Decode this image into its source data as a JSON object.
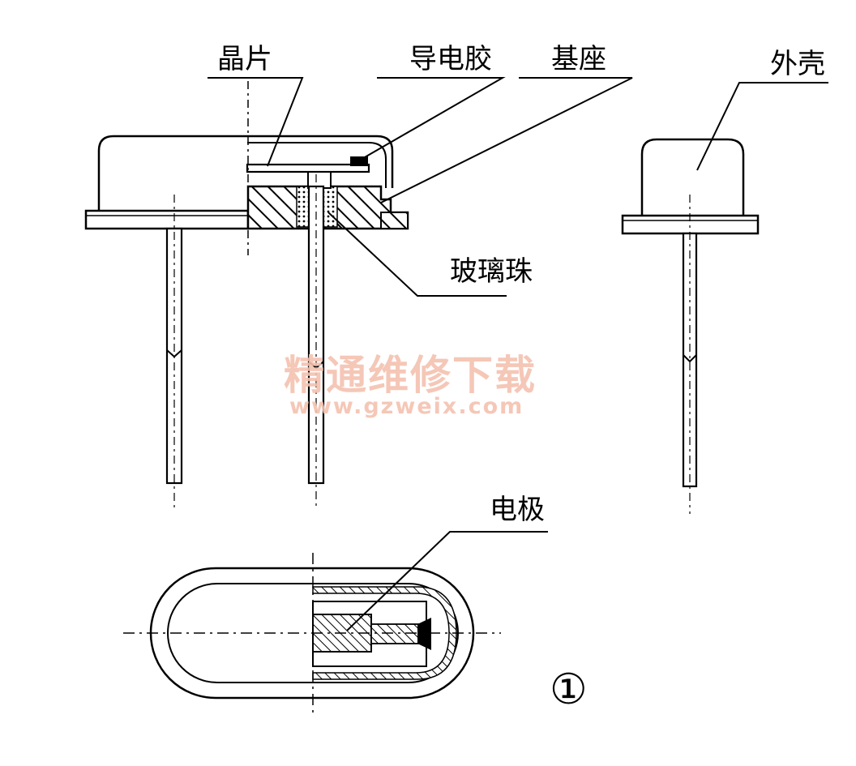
{
  "labels": {
    "crystal_chip": "晶片",
    "conductive_glue": "导电胶",
    "base": "基座",
    "shell": "外壳",
    "glass_bead": "玻璃珠",
    "electrode": "电极"
  },
  "figure_number": "①",
  "watermark": {
    "text": "精通维修下载",
    "url": "www.gzweix.com"
  }
}
